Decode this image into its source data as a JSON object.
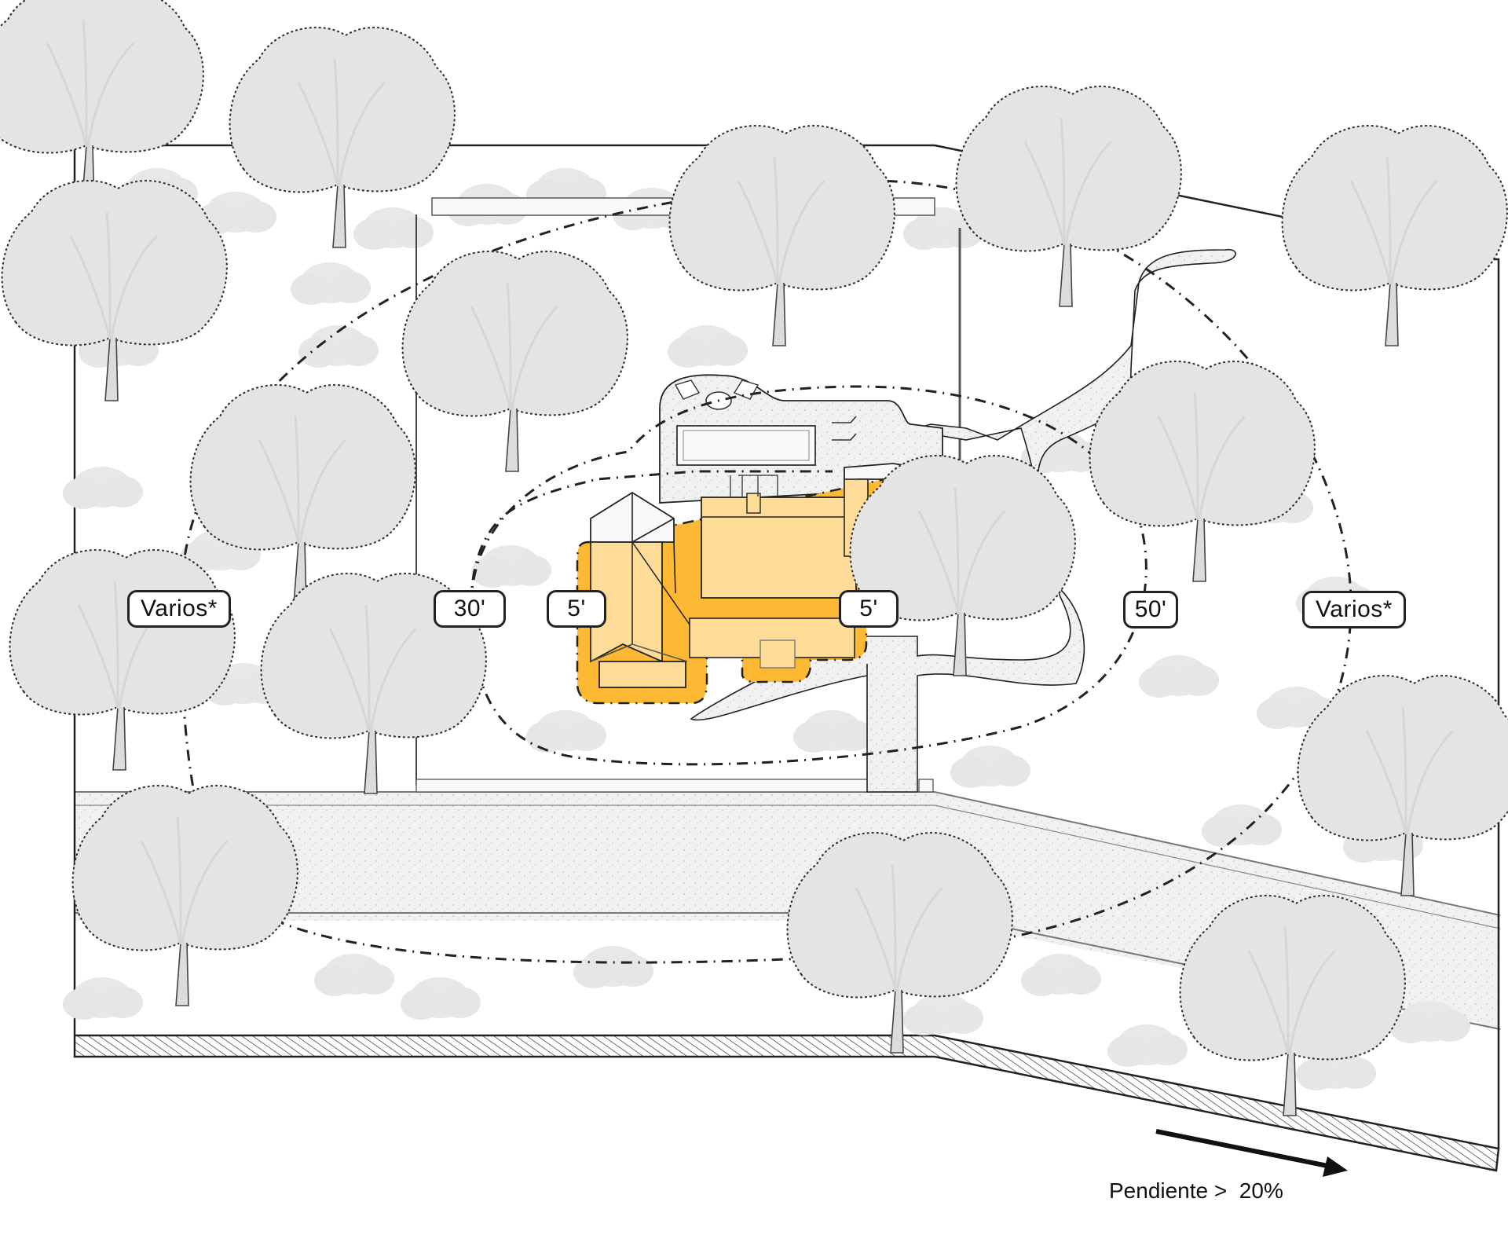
{
  "diagram": {
    "title": "",
    "type": "site-plan-defensible-space",
    "colors": {
      "tree_canopy": "#e4e4e4",
      "shrub": "#e8e8e8",
      "paved": "#f0f0f0",
      "house_roof": "#fedc97",
      "zone_5ft": "#fdb933",
      "zone_critical": "#ff7417",
      "outline": "#222222",
      "background": "#ffffff"
    },
    "zone_labels": [
      {
        "id": "zone-varios-left",
        "text": "Varios*"
      },
      {
        "id": "zone-30ft",
        "text": "30'"
      },
      {
        "id": "zone-5ft-left",
        "text": "5'"
      },
      {
        "id": "zone-5ft-right",
        "text": "5'"
      },
      {
        "id": "zone-50ft",
        "text": "50'"
      },
      {
        "id": "zone-varios-right",
        "text": "Varios*"
      }
    ],
    "slope": {
      "label": "Pendiente >  20%",
      "direction": "down-right"
    },
    "legend_elements": [
      "property-boundary",
      "fence",
      "driveway",
      "road",
      "pool",
      "patio-firepit",
      "house",
      "trees",
      "shrubs",
      "zone-boundaries-dash-dot"
    ]
  }
}
